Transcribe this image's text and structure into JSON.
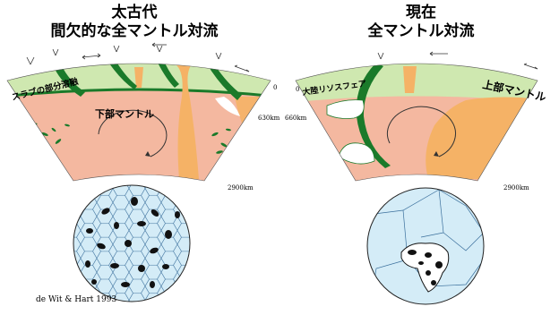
{
  "left_panel": {
    "title_line1": "太古代",
    "title_line2": "間欠的な全マントル対流",
    "label_slab_melt": "スラブの部分溶融",
    "label_lower_mantle": "下部マントル",
    "depth_surface": "0",
    "depth_mid": "630km",
    "depth_core": "2900km",
    "credit": "de Wit & Hart 1993"
  },
  "right_panel": {
    "title_line1": "現在",
    "title_line2": "全マントル対流",
    "label_continent_litho": "大陸リソスフェア",
    "label_upper_mantle": "上部マントル",
    "depth_surface": "0",
    "depth_mid": "660km",
    "depth_core": "2900km"
  },
  "colors": {
    "lower_mantle": "#f4b8a0",
    "upper_layer": "#cfe8b0",
    "plume": "#f5b266",
    "core": "#2a2a2a",
    "slab_green": "#1a7a2a",
    "globe_ocean": "#d4ecf7",
    "continent": "#111111"
  }
}
